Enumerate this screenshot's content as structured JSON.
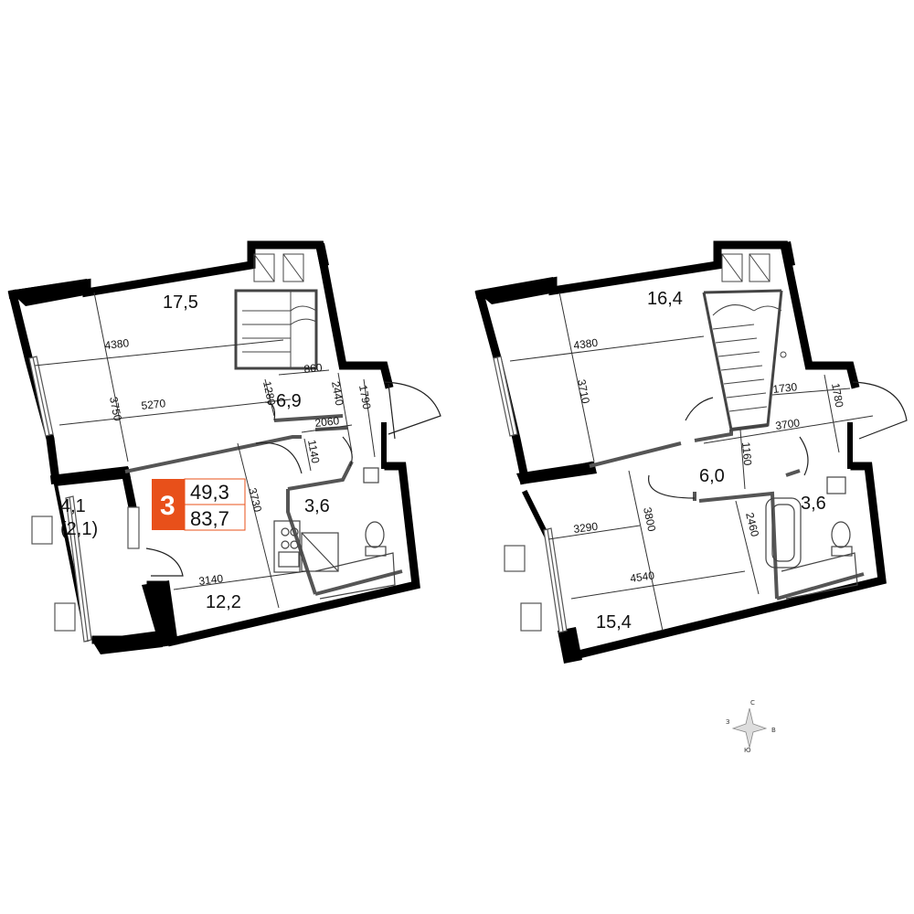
{
  "accent_color": "#e8501a",
  "badge": {
    "rooms": "3",
    "living_area": "49,3",
    "total_area": "83,7"
  },
  "floor1": {
    "rooms": {
      "r1": "17,5",
      "r2": "6,9",
      "r3": "3,6",
      "r4": "12,2",
      "balcony": "4,1",
      "balcony_reduced": "(2,1)"
    },
    "dims": {
      "d4380": "4380",
      "d3750": "3750",
      "d5270": "5270",
      "d860": "860",
      "d2440": "2440",
      "d1790": "1790",
      "d1280": "1280",
      "d2060": "2060",
      "d1140": "1140",
      "d3730": "3730",
      "d3140": "3140"
    }
  },
  "floor2": {
    "rooms": {
      "r1": "16,4",
      "r2": "6,0",
      "r3": "3,6",
      "r4": "15,4"
    },
    "dims": {
      "d4380": "4380",
      "d3710": "3710",
      "d1730": "1730",
      "d1780": "1780",
      "d3700": "3700",
      "d1160": "1160",
      "d3290": "3290",
      "d3800": "3800",
      "d2460": "2460",
      "d4540": "4540"
    }
  },
  "compass": {
    "north": "С",
    "south": "Ю",
    "west": "З",
    "east": "В"
  }
}
